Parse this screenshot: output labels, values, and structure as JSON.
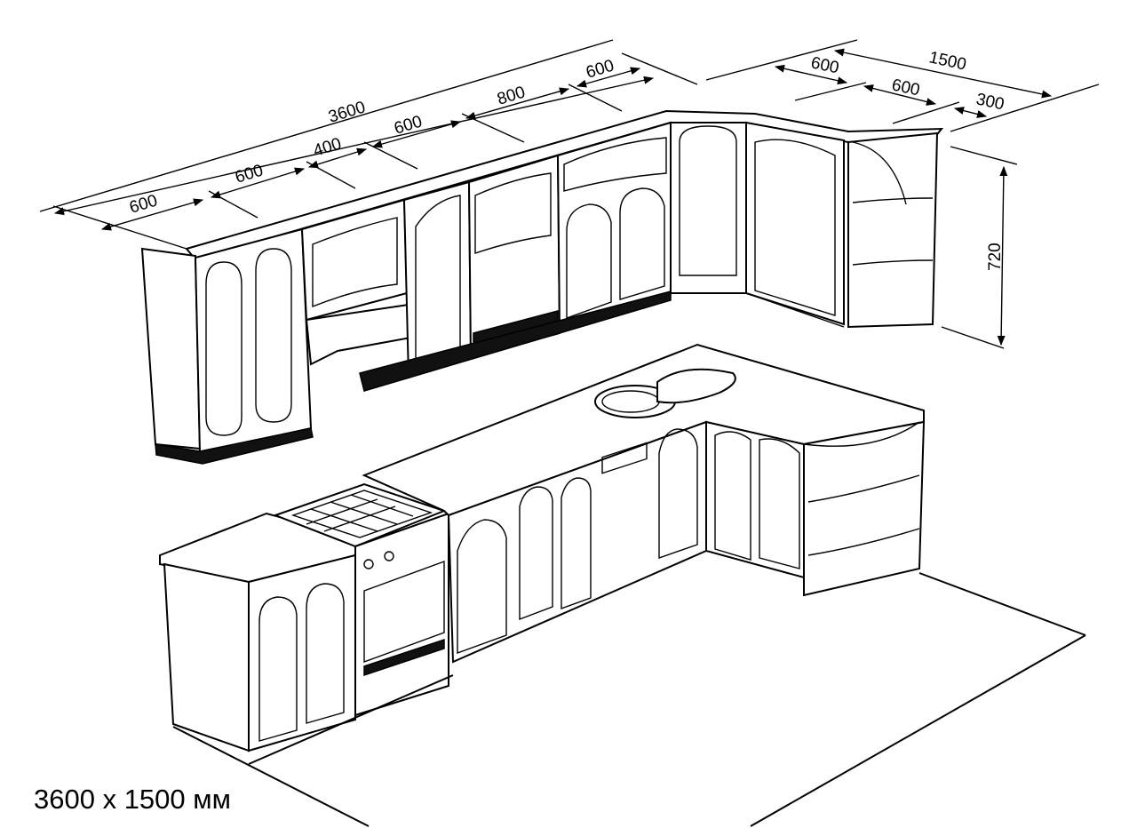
{
  "title": "3600 x 1500 мм",
  "dimensions": {
    "total_length": "3600",
    "total_depth": "1500",
    "upper_height": "720",
    "segments_long": [
      "600",
      "600",
      "400",
      "600",
      "800",
      "600"
    ],
    "segments_short": [
      "600",
      "600",
      "300"
    ]
  }
}
